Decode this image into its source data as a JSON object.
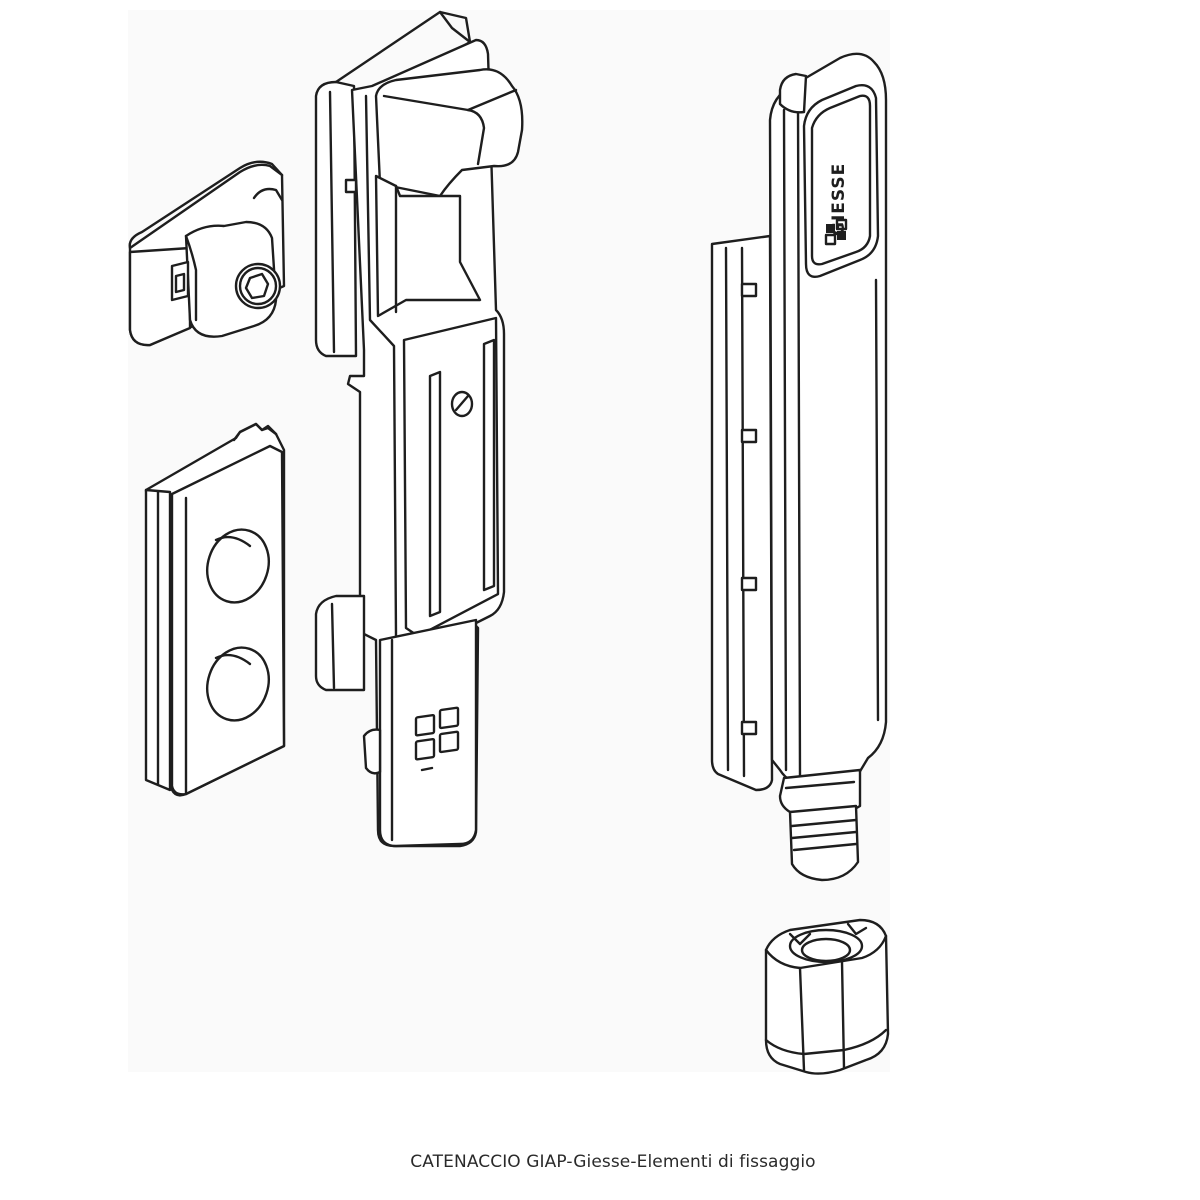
{
  "caption": "CATENACCIO GIAP-Giesse-Elementi di fissaggio",
  "brand_logo_text": "GIESSE",
  "colors": {
    "background": "#ffffff",
    "panel": "#fafafa",
    "line": "#1e1e1e",
    "fill": "#ffffff"
  },
  "parts": [
    {
      "id": "screw-block",
      "icon": "screw-block-icon"
    },
    {
      "id": "mounting-plate",
      "icon": "mounting-plate-icon"
    },
    {
      "id": "bolt-keeper",
      "icon": "bolt-keeper-icon"
    },
    {
      "id": "flush-bolt",
      "icon": "flush-bolt-icon"
    },
    {
      "id": "bolt-cap",
      "icon": "bolt-cap-icon"
    }
  ]
}
